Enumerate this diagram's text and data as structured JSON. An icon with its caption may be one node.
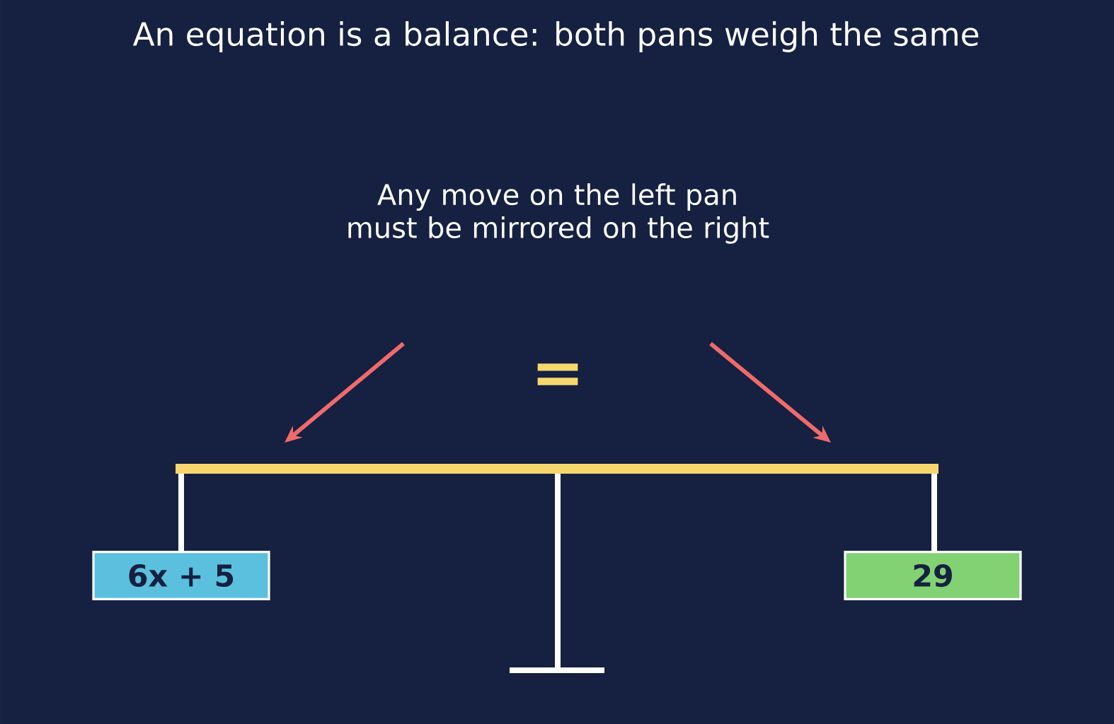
{
  "diagram": {
    "title": "An equation is a balance: both pans weigh the same",
    "nodes": [
      {
        "text": [
          "Any move on the left pan must be mirrored on the right"
        ]
      },
      {
        "text": [
          "6x + 5"
        ]
      },
      {
        "text": [
          "29"
        ]
      }
    ],
    "labels": [
      "="
    ]
  }
}
